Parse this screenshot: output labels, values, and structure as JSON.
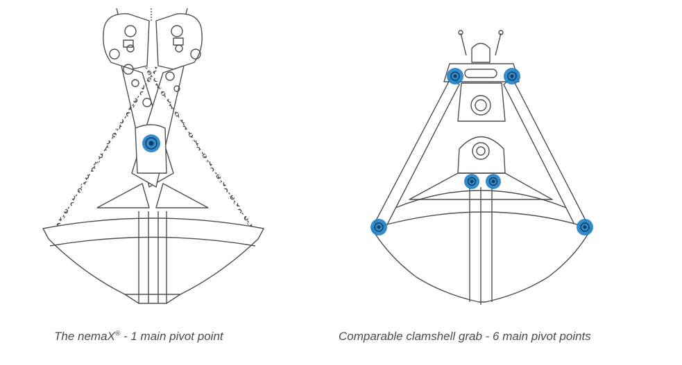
{
  "left_panel": {
    "caption_prefix": "The nemaX",
    "caption_reg": "®",
    "caption_suffix": " - 1 main pivot point",
    "pivot_count": 1
  },
  "right_panel": {
    "caption": "Comparable clamshell grab - 6 main pivot points",
    "pivot_count": 6
  },
  "colors": {
    "pivot_highlight": "#1f7fc4",
    "line_art": "#4d4d4d",
    "background": "#ffffff"
  }
}
